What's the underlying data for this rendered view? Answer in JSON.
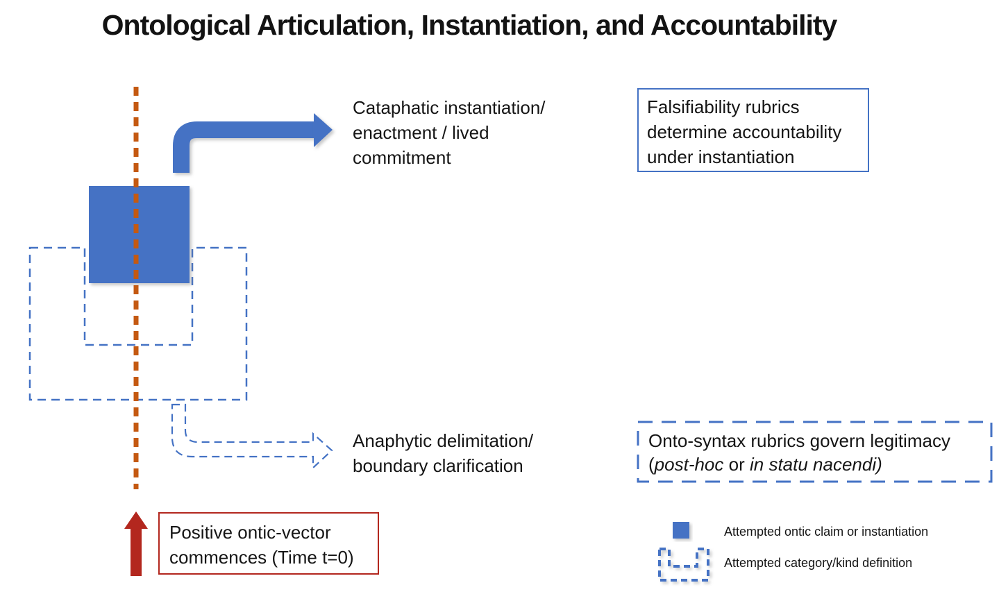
{
  "title": "Ontological Articulation, Instantiation, and Accountability",
  "colors": {
    "blue": "#4472C4",
    "orange": "#C45911",
    "red": "#B3271E"
  },
  "diagram": {
    "cataphatic_label": "Cataphatic instantiation/\nenactment / lived\ncommitment",
    "anaphytic_label": "Anaphytic delimitation/\nboundary clarification",
    "falsifiability_note": "Falsifiability rubrics\ndetermine accountability\nunder instantiation",
    "ontosyntax_note": {
      "line1": "Onto-syntax rubrics govern legitimacy",
      "paren_open": "(",
      "italic1": "post-hoc",
      "mid": " or ",
      "italic2": "in statu nacendi)"
    },
    "origin_label": "Positive ontic-vector\ncommences (Time t=0)"
  },
  "legend": {
    "items": [
      {
        "icon": "blue-filled-square-icon",
        "label": "Attempted ontic claim or instantiation"
      },
      {
        "icon": "dashed-category-outline-icon",
        "label": "Attempted category/kind definition"
      }
    ]
  }
}
